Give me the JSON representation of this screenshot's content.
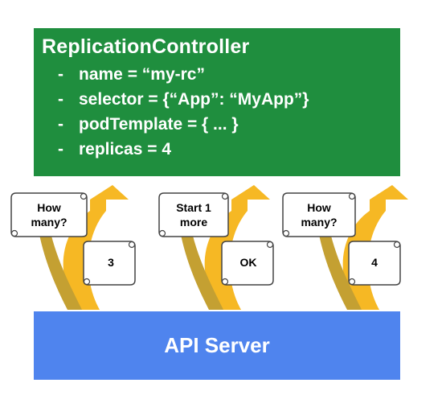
{
  "replication_controller": {
    "title": "ReplicationController",
    "fields": [
      "name = “my-rc”",
      "selector = {“App”: “MyApp”}",
      "podTemplate = { ... }",
      "replicas = 4"
    ]
  },
  "exchanges": [
    {
      "request": [
        "How",
        "many?"
      ],
      "response": "3"
    },
    {
      "request": [
        "Start 1",
        "more"
      ],
      "response": "OK"
    },
    {
      "request": [
        "How",
        "many?"
      ],
      "response": "4"
    }
  ],
  "api_server": {
    "label": "API Server"
  },
  "colors": {
    "controller_green": "#1f8e3e",
    "api_blue": "#4f84ee",
    "arrow_yellow": "#f6b824",
    "arrow_dark": "#c4a032",
    "scroll_paper": "#ffffff",
    "scroll_outline": "#444444"
  }
}
